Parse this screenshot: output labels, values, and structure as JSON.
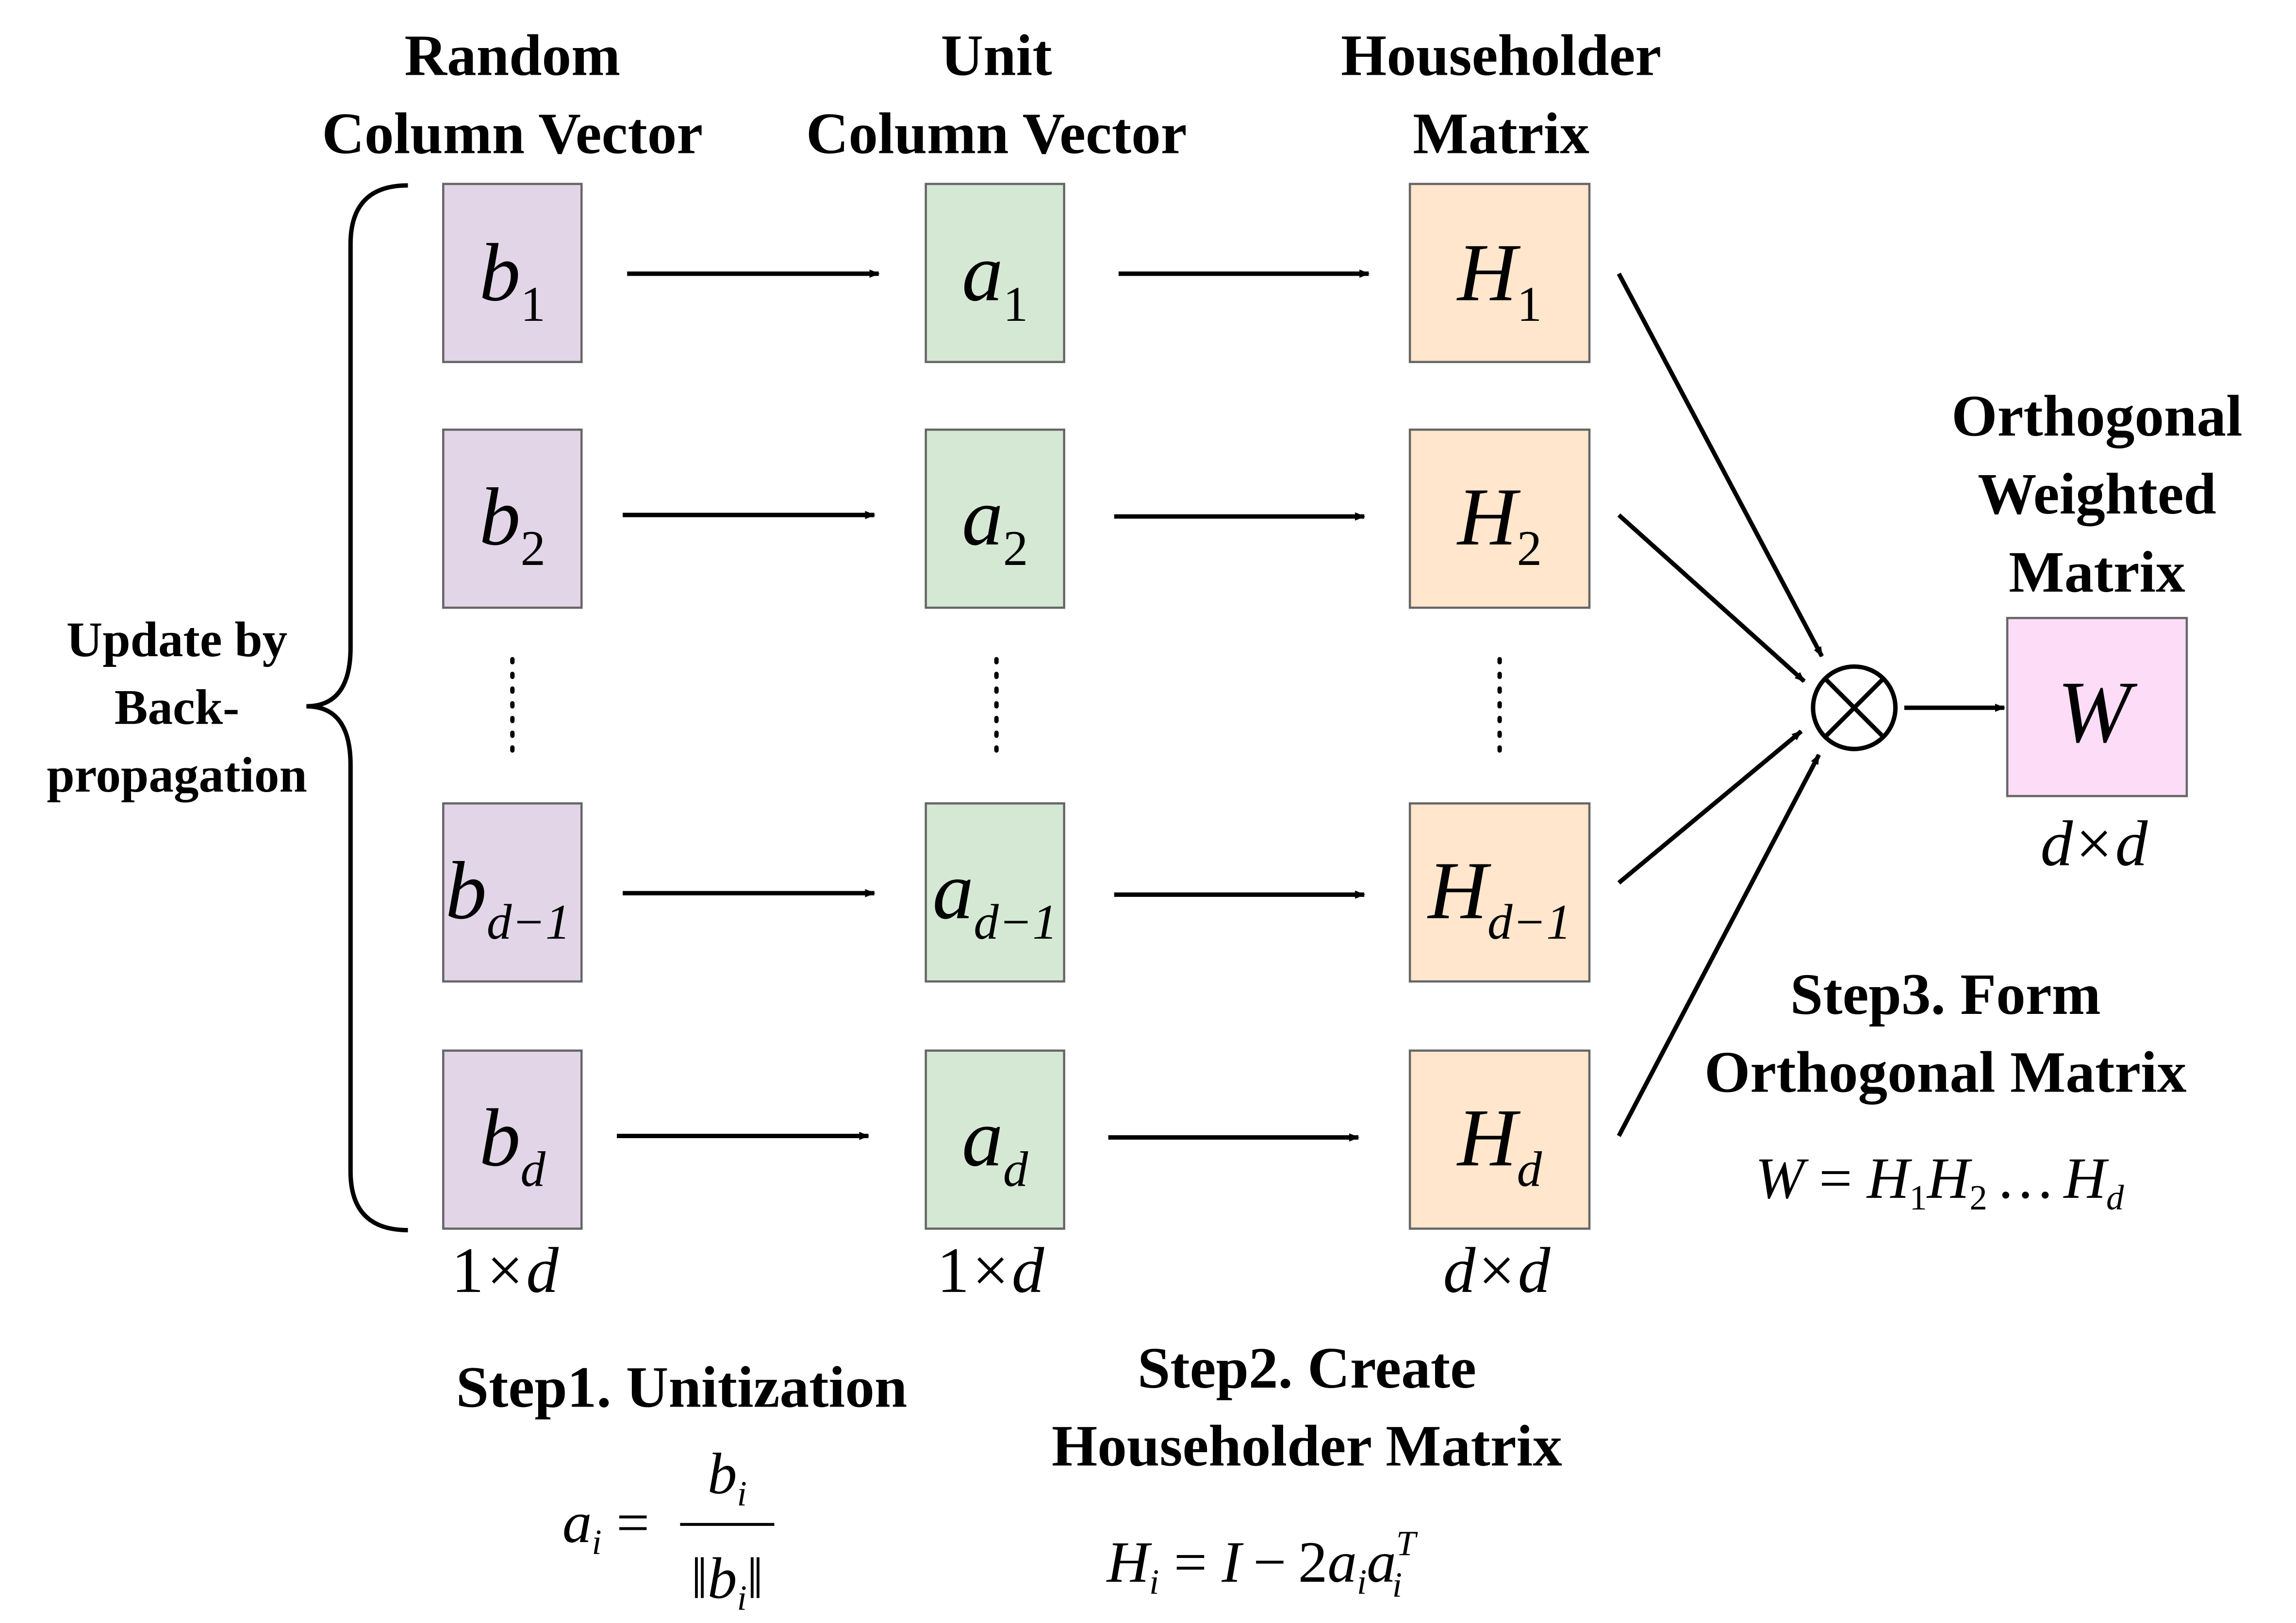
{
  "colors": {
    "random_box": "#e1d5e7",
    "unit_box": "#d5e8d4",
    "householder_box": "#ffe6cc",
    "orthogonal_box": "#fcdcf6",
    "box_border": "#666666",
    "line": "#000000"
  },
  "columns": {
    "random": {
      "title_line1": "Random",
      "title_line2": "Column Vector",
      "dim": {
        "n": "1",
        "times": "×",
        "d": "d"
      }
    },
    "unit": {
      "title_line1": "Unit",
      "title_line2": "Column Vector",
      "dim": {
        "n": "1",
        "times": "×",
        "d": "d"
      }
    },
    "householder": {
      "title_line1": "Householder",
      "title_line2": "Matrix",
      "dim": {
        "a": "d",
        "times": "×",
        "b": "d"
      }
    },
    "orthogonal": {
      "title_line1": "Orthogonal",
      "title_line2": "Weighted",
      "title_line3": "Matrix",
      "symbol": "W",
      "dim": {
        "a": "d",
        "times": "×",
        "b": "d"
      }
    }
  },
  "rows": [
    {
      "b": "b",
      "b_sub": "1",
      "a": "a",
      "a_sub": "1",
      "h": "H",
      "h_sub": "1"
    },
    {
      "b": "b",
      "b_sub": "2",
      "a": "a",
      "a_sub": "2",
      "h": "H",
      "h_sub": "2"
    },
    {
      "b": "b",
      "b_sub": "d−1",
      "a": "a",
      "a_sub": "d−1",
      "h": "H",
      "h_sub": "d−1"
    },
    {
      "b": "b",
      "b_sub": "d",
      "a": "a",
      "a_sub": "d",
      "h": "H",
      "h_sub": "d"
    }
  ],
  "brace_label": {
    "line1": "Update by",
    "line2": "Back-",
    "line3": "propagation"
  },
  "operator": "⊗",
  "steps": {
    "step1": {
      "title": "Step1. Unitization",
      "formula": {
        "lhs": "a",
        "lhs_sub": "i",
        "eq": "=",
        "num": "b",
        "num_sub": "i",
        "den_bar": "‖",
        "den": "b",
        "den_sub": "i"
      }
    },
    "step2": {
      "title_line1": "Step2. Create",
      "title_line2": "Householder Matrix",
      "formula": {
        "lhs": "H",
        "lhs_sub": "i",
        "eq": "=",
        "I": "I",
        "minus": "−",
        "two": "2",
        "a1": "a",
        "a1_sub": "i",
        "a2": "a",
        "a2_sub": "i",
        "a2_sup": "T"
      }
    },
    "step3": {
      "title_line1": "Step3. Form",
      "title_line2": "Orthogonal Matrix",
      "formula": {
        "lhs": "W",
        "eq": "=",
        "h1": "H",
        "h1_sub": "1",
        "h2": "H",
        "h2_sub": "2",
        "ellipsis": "…",
        "hd": "H",
        "hd_sub": "d"
      }
    }
  }
}
